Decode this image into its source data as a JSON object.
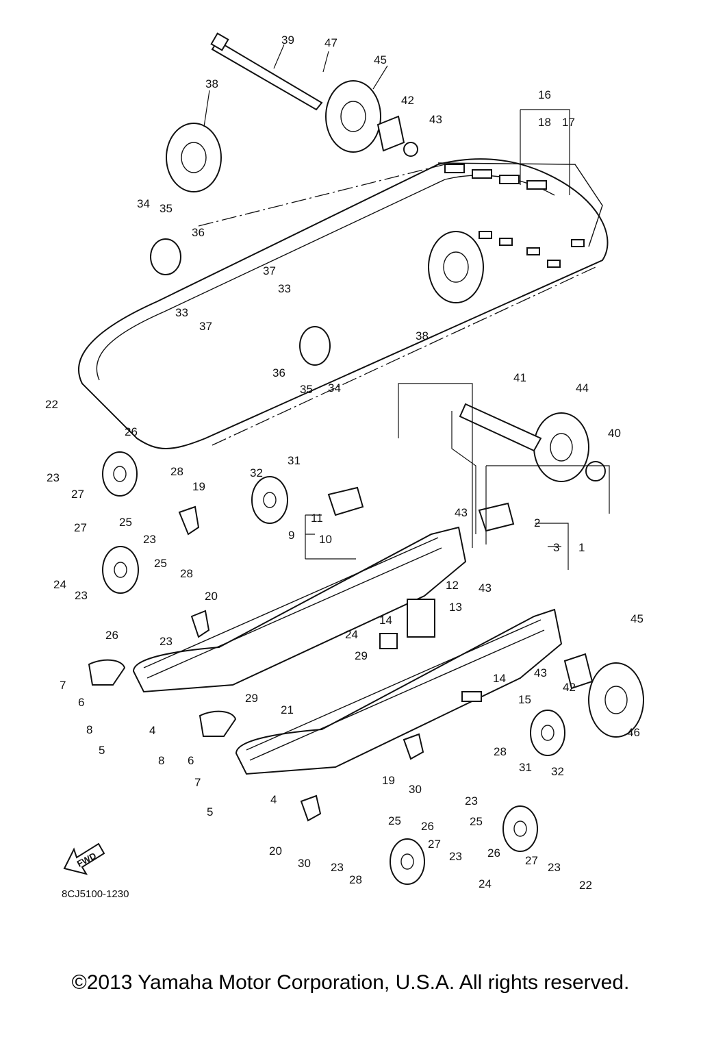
{
  "diagram": {
    "code": "8CJ5100-1230",
    "fwd_label": "FWD",
    "labels": [
      "39",
      "47",
      "45",
      "38",
      "42",
      "43",
      "16",
      "18",
      "17",
      "34",
      "35",
      "36",
      "33",
      "37",
      "37",
      "33",
      "36",
      "35",
      "34",
      "38",
      "22",
      "26",
      "23",
      "27",
      "28",
      "19",
      "25",
      "23",
      "32",
      "31",
      "11",
      "9",
      "10",
      "43",
      "2",
      "3",
      "1",
      "27",
      "24",
      "23",
      "25",
      "28",
      "26",
      "20",
      "23",
      "12",
      "13",
      "43",
      "41",
      "44",
      "40",
      "14",
      "24",
      "29",
      "7",
      "6",
      "8",
      "5",
      "29",
      "21",
      "4",
      "14",
      "15",
      "45",
      "42",
      "43",
      "46",
      "31",
      "32",
      "8",
      "6",
      "7",
      "5",
      "4",
      "28",
      "19",
      "30",
      "23",
      "25",
      "20",
      "30",
      "23",
      "28",
      "25",
      "26",
      "27",
      "23",
      "24",
      "26",
      "27",
      "23",
      "22"
    ]
  },
  "copyright": "©2013 Yamaha Motor Corporation, U.S.A. All rights reserved."
}
